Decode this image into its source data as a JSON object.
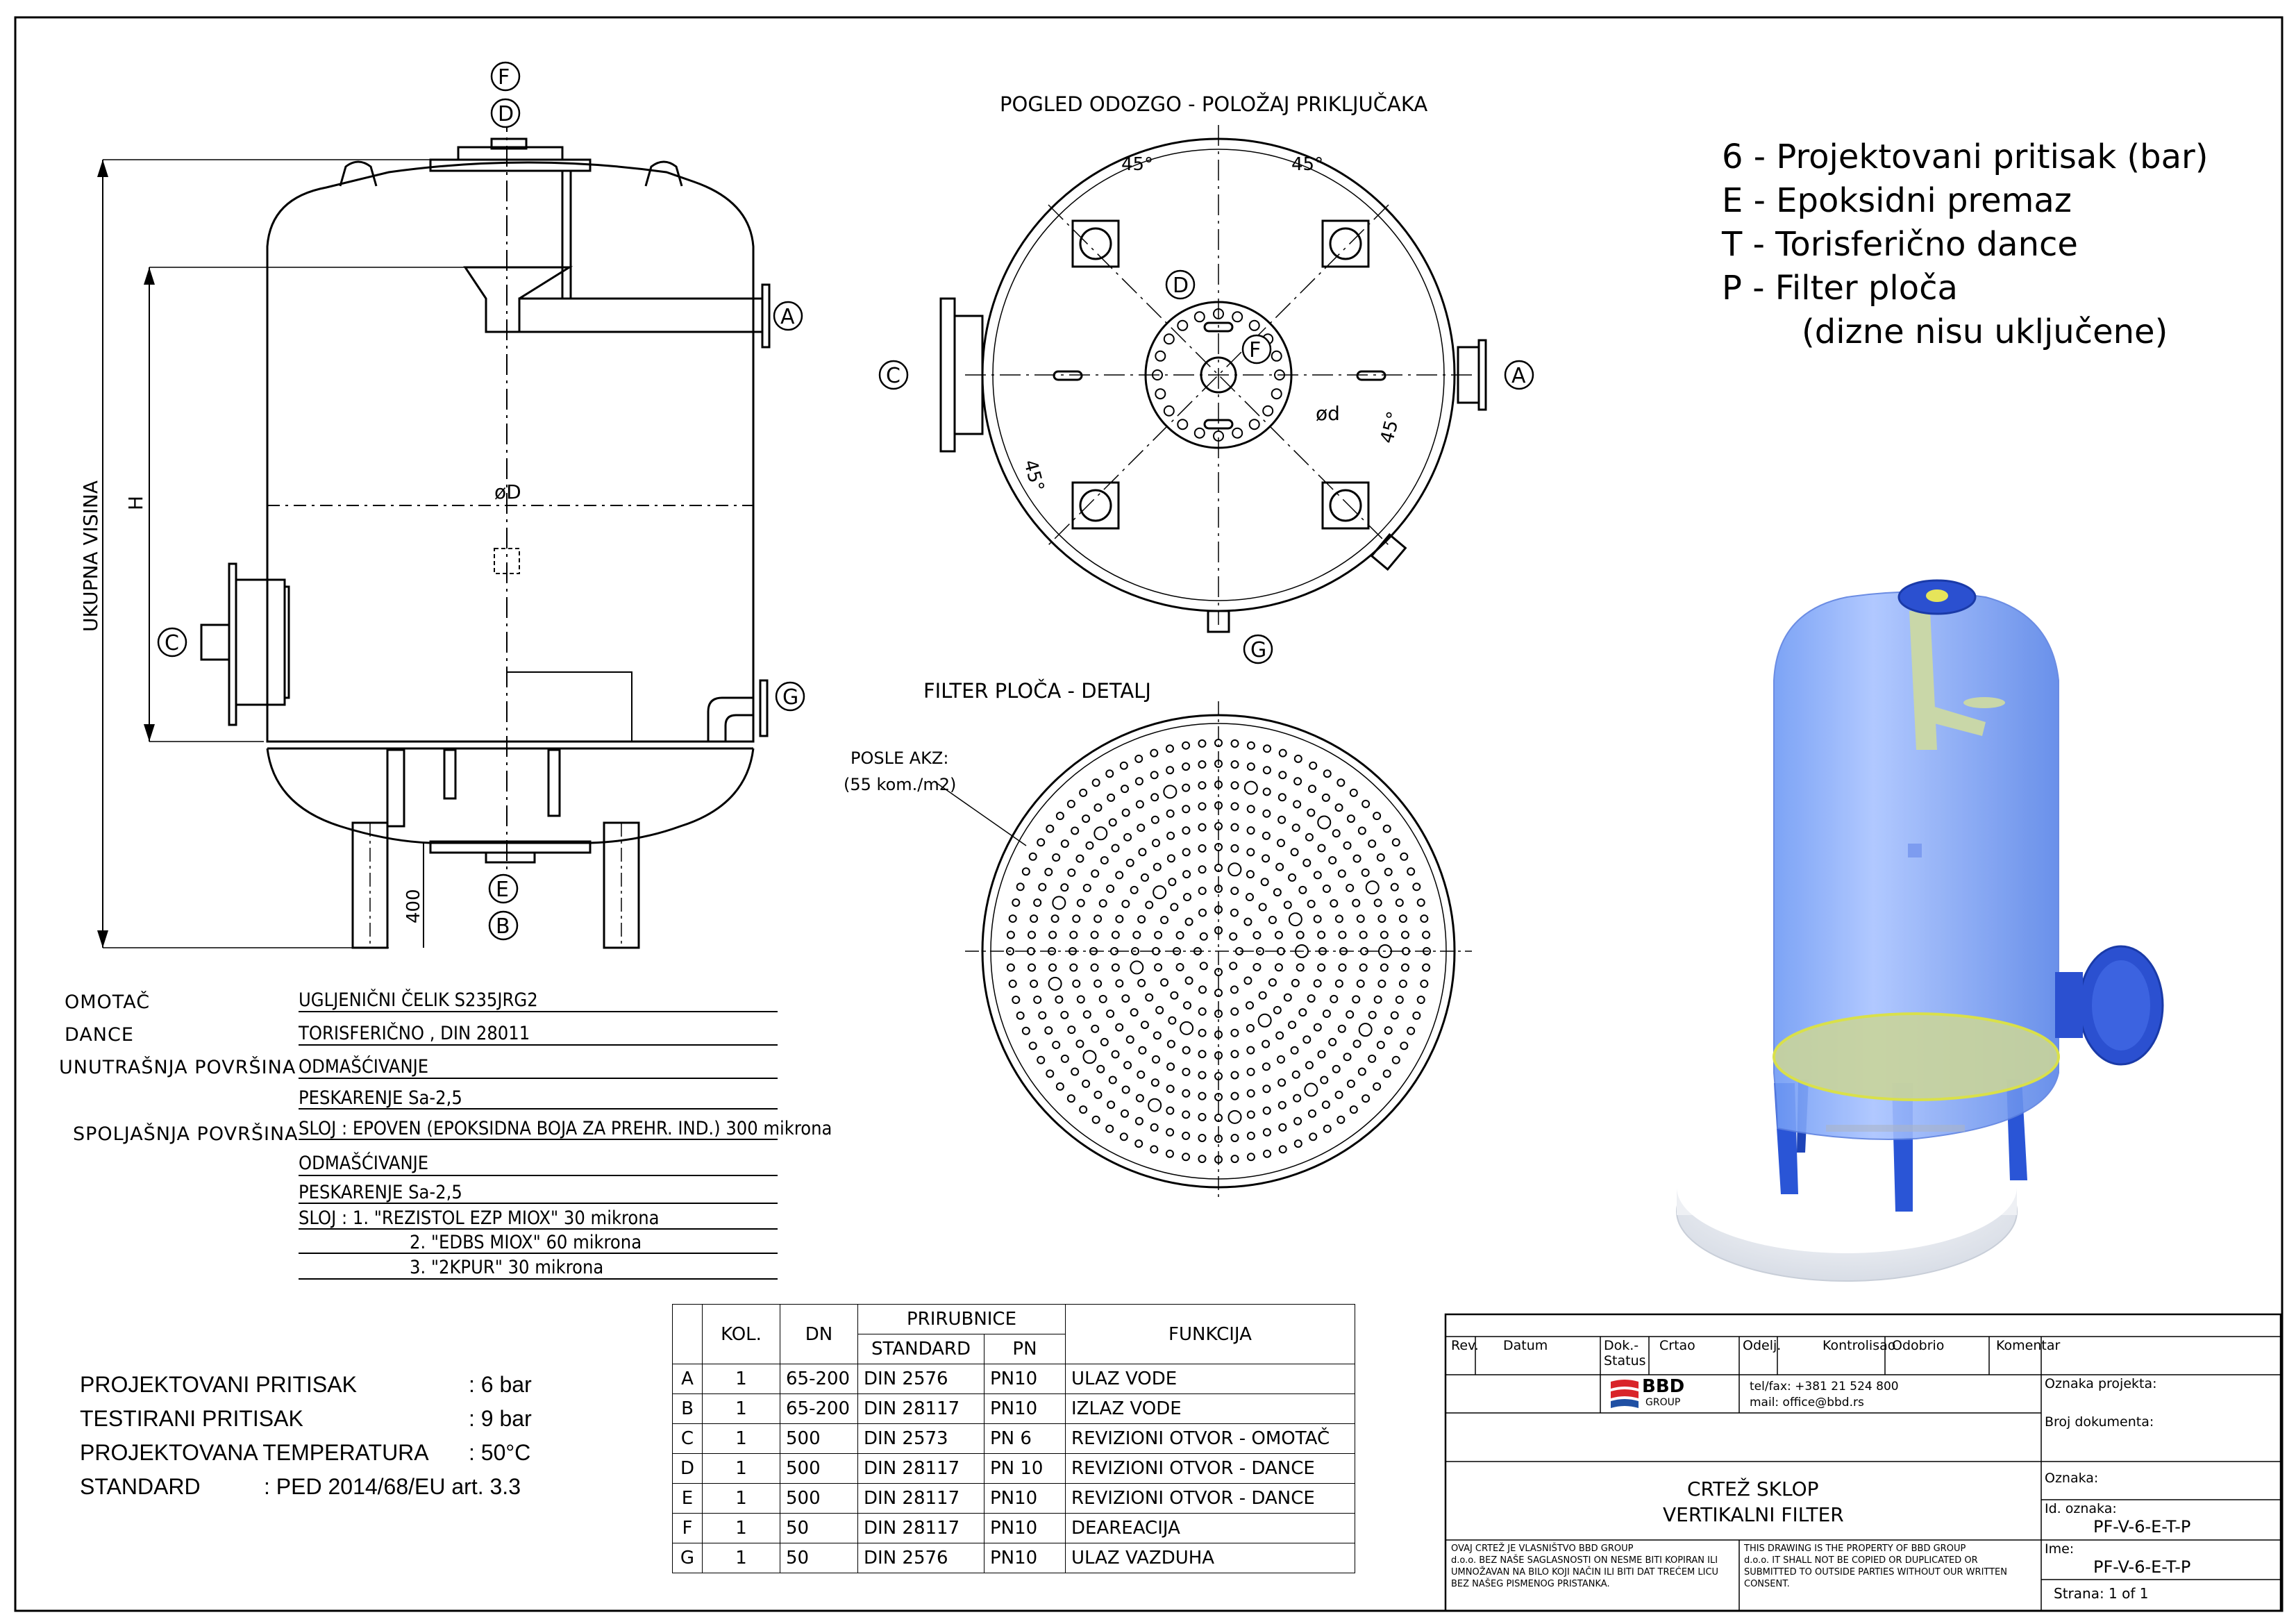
{
  "views": {
    "top_view_title": "POGLED ODOZGO - POLOŽAJ PRIKLJUČAKA",
    "filter_plate_title": "FILTER PLOČA - DETALJ",
    "filter_plate_note_1": "POSLE AKZ:",
    "filter_plate_note_2": "(55 kom./m2)"
  },
  "dimensions": {
    "total_height": "UKUPNA VISINA",
    "h": "H",
    "diameter_D": "øD",
    "diameter_d": "ød",
    "leg_height": "400",
    "angle": "45°"
  },
  "nozzle_tags": [
    "A",
    "B",
    "C",
    "D",
    "E",
    "F",
    "G"
  ],
  "legend": [
    "6 - Projektovani pritisak (bar)",
    "E - Epoksidni premaz",
    "T - Torisferično dance",
    "P - Filter ploča",
    "(dizne nisu uključene)"
  ],
  "materials": {
    "labels": [
      "OMOTAČ",
      "DANCE",
      "UNUTRAŠNJA POVRŠINA",
      "SPOLJAŠNJA POVRŠINA"
    ],
    "values": [
      "UGLJENIČNI ČELIK S235JRG2",
      "TORISFERIČNO , DIN 28011",
      "ODMAŠĆIVANJE",
      "PESKARENJE Sa-2,5",
      "SLOJ : EPOVEN (EPOKSIDNA BOJA ZA PREHR. IND.) 300 mikrona",
      "ODMAŠĆIVANJE",
      "PESKARENJE Sa-2,5",
      "SLOJ  :  1. \"REZISTOL EZP MIOX\" 30 mikrona",
      "2. \"EDBS MIOX\" 60 mikrona",
      "3. \"2KPUR\" 30 mikrona"
    ]
  },
  "specs": [
    {
      "label": "PROJEKTOVANI PRITISAK",
      "value": ": 6 bar"
    },
    {
      "label": "TESTIRANI PRITISAK",
      "value": ": 9 bar"
    },
    {
      "label": "PROJEKTOVANA TEMPERATURA",
      "value": ": 50°C"
    },
    {
      "label": "STANDARD",
      "value": ": PED 2014/68/EU art. 3.3"
    }
  ],
  "nozzle_table": {
    "headers": {
      "kol": "KOL.",
      "dn": "DN",
      "prirubnice": "PRIRUBNICE",
      "standard": "STANDARD",
      "pn": "PN",
      "funkcija": "FUNKCIJA"
    },
    "rows": [
      {
        "id": "A",
        "kol": "1",
        "dn": "65-200",
        "standard": "DIN 2576",
        "pn": "PN10",
        "funkcija": "ULAZ VODE"
      },
      {
        "id": "B",
        "kol": "1",
        "dn": "65-200",
        "standard": "DIN 28117",
        "pn": "PN10",
        "funkcija": "IZLAZ VODE"
      },
      {
        "id": "C",
        "kol": "1",
        "dn": "500",
        "standard": "DIN 2573",
        "pn": "PN 6",
        "funkcija": "REVIZIONI OTVOR - OMOTAČ"
      },
      {
        "id": "D",
        "kol": "1",
        "dn": "500",
        "standard": "DIN 28117",
        "pn": "PN 10",
        "funkcija": "REVIZIONI OTVOR - DANCE"
      },
      {
        "id": "E",
        "kol": "1",
        "dn": "500",
        "standard": "DIN 28117",
        "pn": "PN10",
        "funkcija": "REVIZIONI OTVOR - DANCE"
      },
      {
        "id": "F",
        "kol": "1",
        "dn": "50",
        "standard": "DIN 28117",
        "pn": "PN10",
        "funkcija": "DEAREACIJA"
      },
      {
        "id": "G",
        "kol": "1",
        "dn": "50",
        "standard": "DIN 2576",
        "pn": "PN10",
        "funkcija": "ULAZ VAZDUHA"
      }
    ]
  },
  "title_block": {
    "headers": [
      "Rev.",
      "Datum",
      "Dok.-Status",
      "Crtao",
      "Odelj.",
      "Kontrolisao",
      "Odobrio",
      "Komentar"
    ],
    "company": "BBD",
    "company_sub": "GROUP",
    "contact_tel": "tel/fax: +381 21 524 800",
    "contact_mail": "mail: office@bbd.rs",
    "project_label": "Oznaka projekta:",
    "doc_label": "Broj dokumenta:",
    "mark_label": "Oznaka:",
    "drawing_title_1": "CRTEŽ SKLOP",
    "drawing_title_2": "VERTIKALNI FILTER",
    "id_label": "Id. oznaka:",
    "id_value": "PF-V-6-E-T-P",
    "name_label": "Ime:",
    "name_value": "PF-V-6-E-T-P",
    "sheet": "Strana:  1 of 1",
    "notice_sr": [
      "OVAJ CRTEŽ JE VLASNIŠTVO BBD GROUP",
      "d.o.o. BEZ NAŠE SAGLASNOSTI ON NESME BITI KOPIRAN ILI",
      "UMNOŽAVAN NA BILO KOJI NAČIN ILI BITI DAT TREĆEM LICU",
      "BEZ NAŠEG PISMENOG PRISTANKA."
    ],
    "notice_en": [
      "THIS DRAWING IS THE PROPERTY OF BBD GROUP",
      "d.o.o. IT SHALL NOT BE COPIED OR DUPLICATED OR",
      "SUBMITTED TO OUTSIDE PARTIES WITHOUT OUR WRITTEN",
      "CONSENT."
    ]
  },
  "colors": {
    "line": "#000000",
    "tank_blue": "#5b8ff0",
    "tank_light": "#a9c8ff",
    "brand_red": "#d9252a",
    "brand_blue": "#1f4fa3"
  }
}
